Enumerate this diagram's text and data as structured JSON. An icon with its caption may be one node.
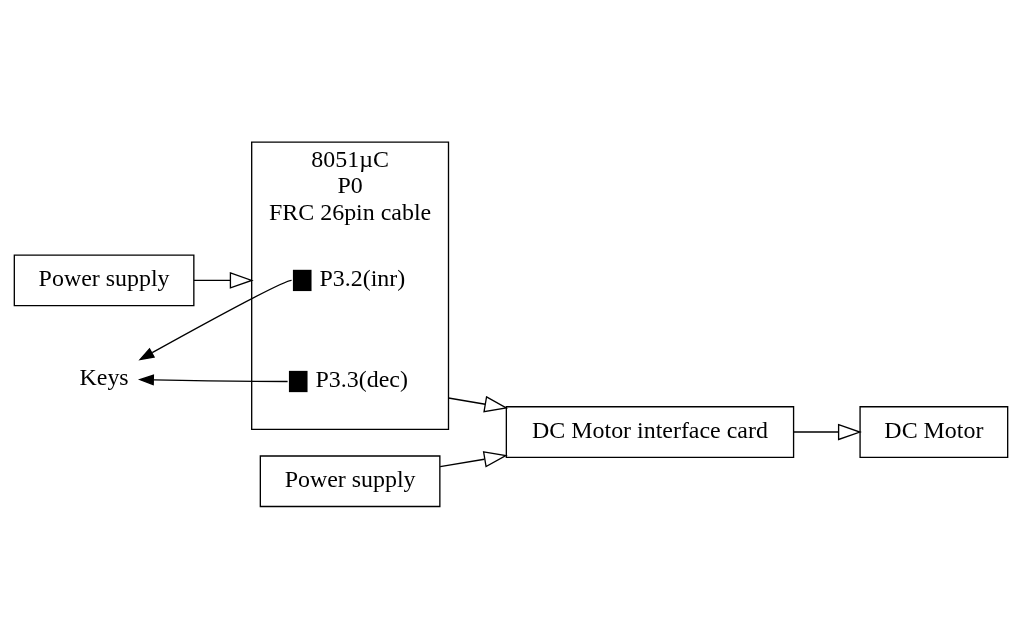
{
  "diagram": {
    "nodes": [
      {
        "text": [
          "Power supply"
        ]
      },
      {
        "text": [
          "8051µC",
          "P0",
          "FRC 26pin cable"
        ]
      },
      {
        "text": [],
        "shape": "box",
        "in": 1,
        "beside": [
          "P3.2(inr)"
        ]
      },
      {
        "text": [],
        "shape": "box",
        "in": 1,
        "beside": [
          "P3.3(dec)"
        ]
      },
      {
        "text": [
          "Keys"
        ]
      },
      {
        "text": [
          "Power supply"
        ]
      },
      {
        "text": [
          "DC Motor interface card"
        ]
      },
      {
        "text": [
          "DC Motor"
        ]
      }
    ],
    "edges": [
      {
        "from": 0,
        "to": 1,
        "arrow": "to"
      },
      {
        "from": 5,
        "to": 6,
        "arrow": "to"
      },
      {
        "from": 1,
        "to": 6,
        "arrow": "to"
      },
      {
        "from": 6,
        "to": 7,
        "arrow": "to"
      },
      {
        "from": 2,
        "to": 4,
        "arrow": "to"
      },
      {
        "from": 3,
        "to": 4,
        "arrow": "to"
      }
    ]
  }
}
